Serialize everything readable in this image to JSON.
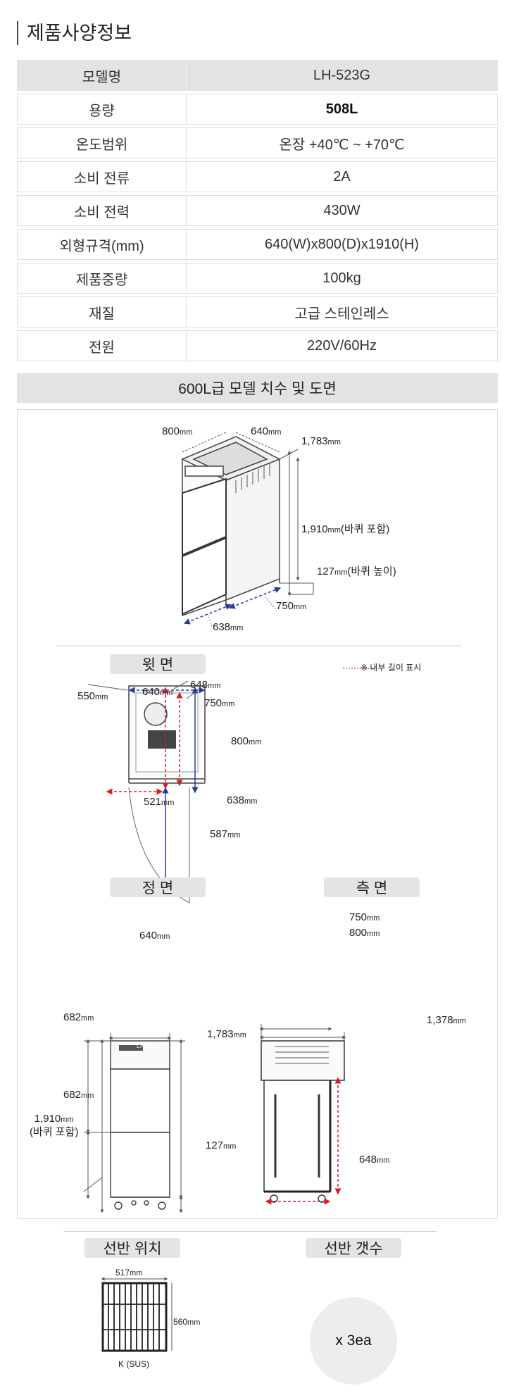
{
  "title": "제품사양정보",
  "spec": {
    "header": {
      "key": "모델명",
      "value": "LH-523G"
    },
    "rows": [
      {
        "key": "용량",
        "value": "508L"
      },
      {
        "key": "온도범위",
        "value": "온장 +40℃ ~ +70℃"
      },
      {
        "key": "소비 전류",
        "value": "2A"
      },
      {
        "key": "소비 전력",
        "value": "430W"
      },
      {
        "key": "외형규격(mm)",
        "value": "640(W)x800(D)x1910(H)"
      },
      {
        "key": "제품중량",
        "value": "100kg"
      },
      {
        "key": "재질",
        "value": "고급 스테인레스"
      },
      {
        "key": "전원",
        "value": "220V/60Hz"
      }
    ]
  },
  "drawing": {
    "section_title": "600L급 모델 치수 및 도면",
    "iso": {
      "width_depth": "800",
      "width_front": "640",
      "height_top": "1,783",
      "height_total": "1,910",
      "height_total_note": "(바퀴 포함)",
      "wheel_height": "127",
      "wheel_note": "(바퀴 높이)",
      "inner_depth": "750",
      "inner_width": "638",
      "unit": "mm"
    },
    "legend": "※ 내부 길이 표시",
    "top_view": {
      "label": "윗 면",
      "d550": "550",
      "d640": "640",
      "d648": "648",
      "d750": "750",
      "d800": "800",
      "d521": "521",
      "d638": "638",
      "d587": "587"
    },
    "front_view": {
      "label": "정 면",
      "d640": "640",
      "d682a": "682",
      "d682b": "682",
      "d1783": "1,783",
      "d1910": "1,910",
      "d1910_note": "(바퀴 포함)",
      "d127": "127",
      "brand": "LASSELE"
    },
    "side_view": {
      "label": "측 면",
      "d750": "750",
      "d800": "800",
      "d1378": "1,378",
      "d648": "648"
    }
  },
  "shelf": {
    "position_label": "선반 위치",
    "count_label": "선반 갯수",
    "shelf_w": "517",
    "shelf_h": "560",
    "shelf_material": "K (SUS)",
    "count": "x 3ea"
  },
  "colors": {
    "dim_red": "#d21f2b",
    "dim_blue": "#2a3a9a",
    "header_gray": "#e3e3e3"
  }
}
